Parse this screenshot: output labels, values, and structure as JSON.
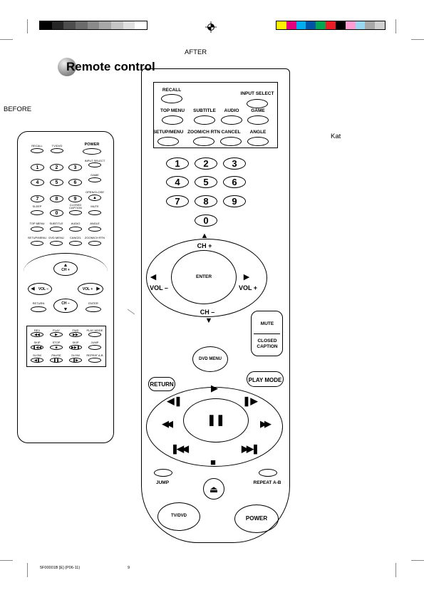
{
  "colors": {
    "bar_gray": [
      "#000000",
      "#262626",
      "#4d4d4d",
      "#6b6b6b",
      "#8a8a8a",
      "#a8a8a8",
      "#c6c6c6",
      "#e0e0e0",
      "#ffffff"
    ],
    "bar_color": [
      "#fff200",
      "#e5007e",
      "#00aeef",
      "#0054a6",
      "#00a651",
      "#ec1c24",
      "#000000",
      "#ff9cd2",
      "#9ad7f0",
      "#a8a8a8",
      "#d0d0d0"
    ]
  },
  "page": {
    "after_label": "AFTER",
    "before_label": "BEFORE",
    "title": "Remote control",
    "kat_label": "Kat",
    "footer_code": "5F00001B [E] (P06-11)",
    "page_number": "9"
  },
  "after": {
    "top": {
      "recall": "RECALL",
      "input_select": "INPUT SELECT",
      "top_menu": "TOP MENU",
      "subtitle": "SUBTITLE",
      "audio": "AUDIO",
      "game": "GAME",
      "setup_menu": "SETUP/MENU",
      "zoom": "ZOOM/CH RTN",
      "cancel": "CANCEL",
      "angle": "ANGLE"
    },
    "numbers": [
      "1",
      "2",
      "3",
      "4",
      "5",
      "6",
      "7",
      "8",
      "9",
      "0"
    ],
    "ring": {
      "ch_up": "CH +",
      "ch_down": "CH –",
      "vol_down": "VOL –",
      "vol_up": "VOL +",
      "enter": "ENTER"
    },
    "mute": "MUTE",
    "closed_caption_1": "CLOSED",
    "closed_caption_2": "CAPTION",
    "dvd_menu": "DVD MENU",
    "return": "RETURN",
    "play_mode": "PLAY MODE",
    "jump": "JUMP",
    "repeat": "REPEAT A-B",
    "tvdvd": "TV/DVD",
    "power": "POWER"
  },
  "before": {
    "recall": "RECALL",
    "tvdvd": "TV/DVD",
    "power": "POWER",
    "input_select": "INPUT SELECT",
    "game": "GAME",
    "open_close": "OPEN/CLOSE",
    "sleep": "SLEEP",
    "closed_caption_1": "CLOSED",
    "closed_caption_2": "CAPTION",
    "mute": "MUTE",
    "top_menu": "TOP MENU",
    "subtitle": "SUBTITLE",
    "audio": "AUDIO",
    "angle": "ANGLE",
    "setup_menu": "SETUP/MENU",
    "dvd_menu": "DVD MENU",
    "cancel": "CANCEL",
    "zoom": "ZOOM/CH RTN",
    "numbers": [
      "1",
      "2",
      "3",
      "4",
      "5",
      "6",
      "7",
      "8",
      "9",
      "0"
    ],
    "ch_up": "CH +",
    "ch_down": "CH –",
    "vol_down": "VOL –",
    "vol_up": "VOL +",
    "return": "RETURN",
    "enter": "ENTER",
    "rev": "REV",
    "play": "PLAY",
    "fwd": "FWD",
    "play_mode": "PLAY MODE",
    "skip1": "SKIP",
    "stop": "STOP",
    "skip2": "SKIP",
    "jump": "JUMP",
    "slow1": "SLOW",
    "pause": "PAUSE",
    "slow2": "SLOW",
    "repeat": "REPEAT A-B"
  }
}
